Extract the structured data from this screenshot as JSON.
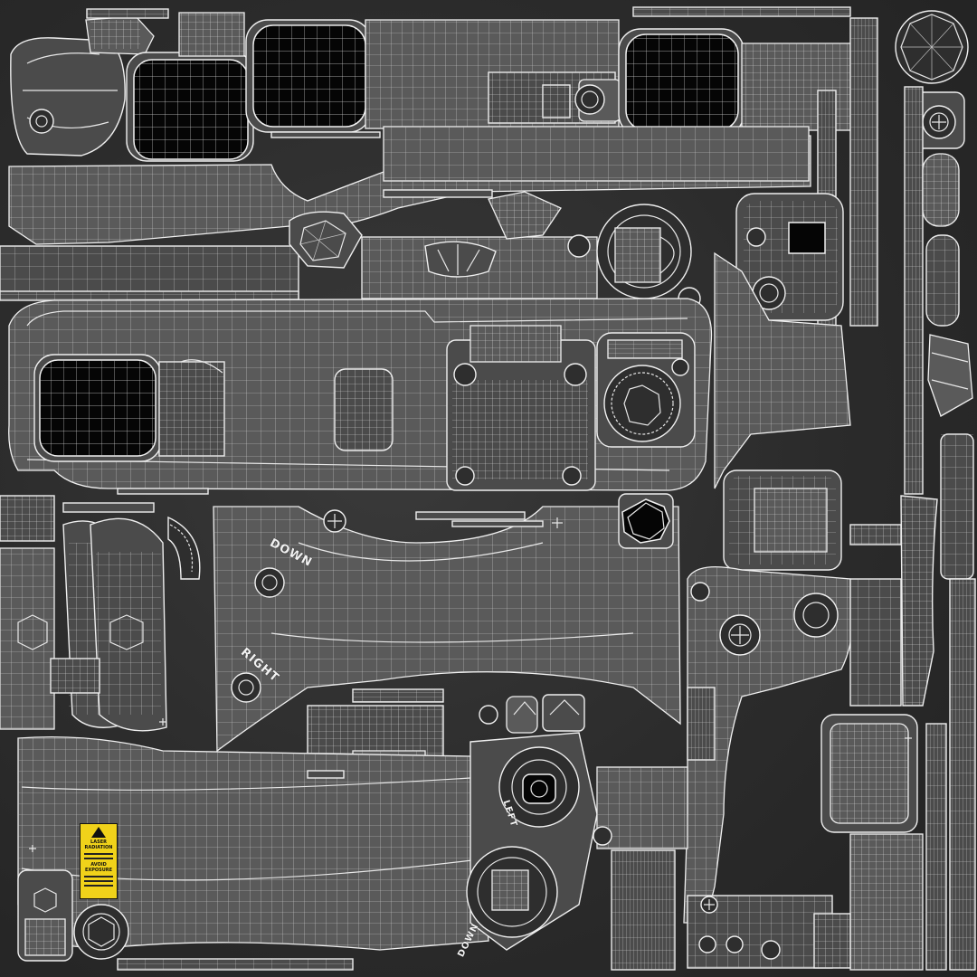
{
  "labels": {
    "down_top": "DOWN",
    "right_left": "RIGHT",
    "left_lower": "LEFT",
    "down_lower": "DOWN"
  },
  "decal": {
    "title": "LASER RADIATION",
    "subtitle": "AVOID EXPOSURE"
  },
  "colors": {
    "background": "#2b2b2b",
    "wire": "#e8e8e8",
    "screen": "#050505",
    "decal": "#f0d21a"
  },
  "icons": [
    "crosshair-icon",
    "gear-ring-icon",
    "warning-triangle-icon"
  ]
}
